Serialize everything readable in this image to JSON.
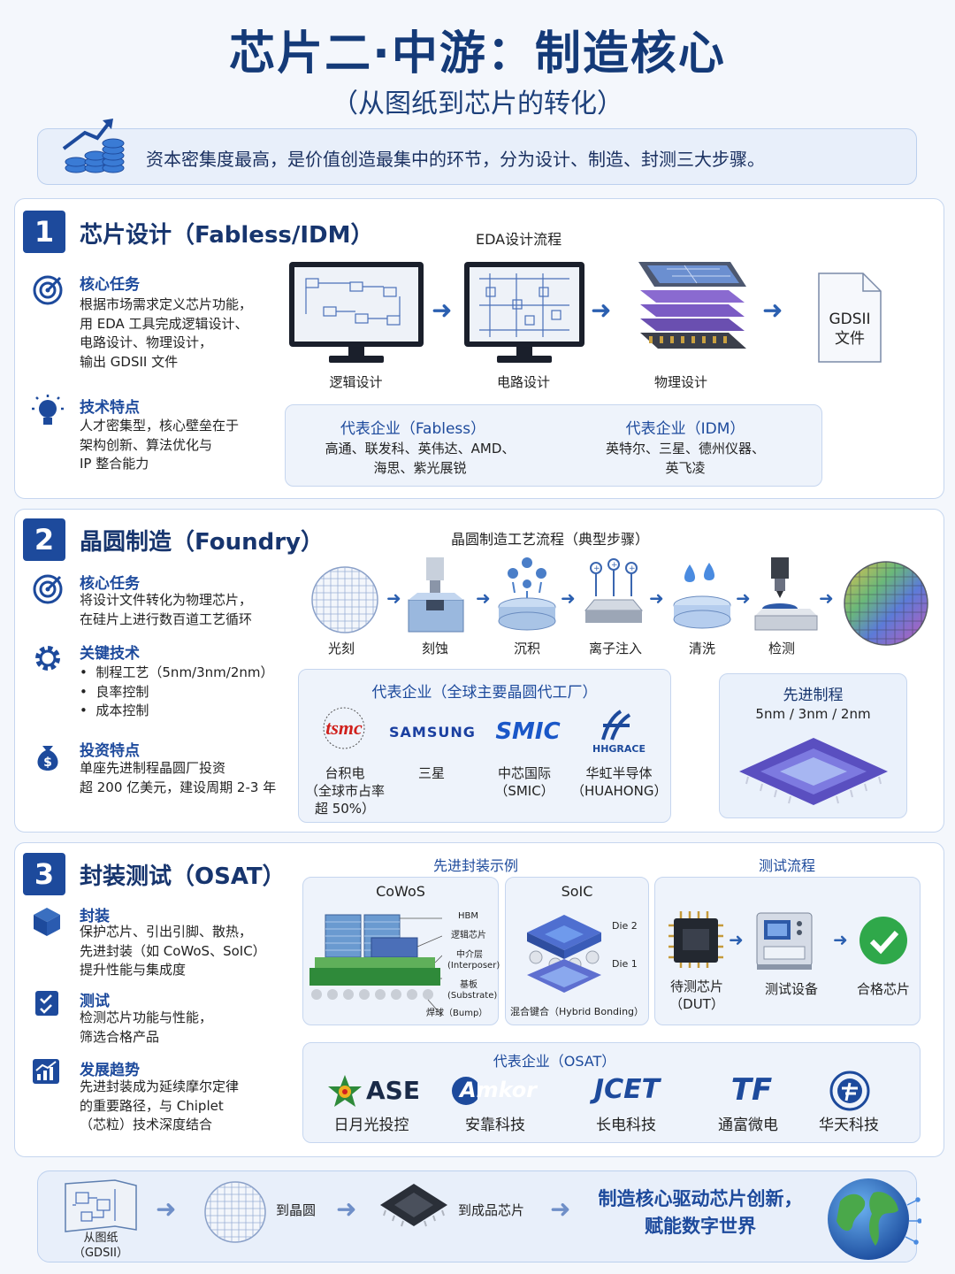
{
  "header": {
    "title": "芯片二·中游：制造核心",
    "subtitle": "（从图纸到芯片的转化）",
    "banner": "资本密集度最高，是价值创造最集中的环节，分为设计、制造、封测三大步骤。"
  },
  "s1": {
    "num": "1",
    "title": "芯片设计（Fabless/IDM）",
    "task_h": "核心任务",
    "task": [
      "根据市场需求定义芯片功能，",
      "用 EDA 工具完成逻辑设计、",
      "电路设计、物理设计，",
      "输出 GDSII 文件"
    ],
    "tech_h": "技术特点",
    "tech": [
      "人才密集型，核心壁垒在于",
      "架构创新、算法优化与",
      "IP 整合能力"
    ],
    "flow_title": "EDA设计流程",
    "steps": [
      "逻辑设计",
      "电路设计",
      "物理设计"
    ],
    "file": [
      "GDSII",
      "文件"
    ],
    "fabless_h": "代表企业（Fabless）",
    "fabless": [
      "高通、联发科、英伟达、AMD、",
      "海思、紫光展锐"
    ],
    "idm_h": "代表企业（IDM）",
    "idm": [
      "英特尔、三星、德州仪器、",
      "英飞凌"
    ]
  },
  "s2": {
    "num": "2",
    "title": "晶圆制造（Foundry）",
    "task_h": "核心任务",
    "task": [
      "将设计文件转化为物理芯片，",
      "在硅片上进行数百道工艺循环"
    ],
    "key_h": "关键技术",
    "key": [
      "制程工艺（5nm/3nm/2nm）",
      "良率控制",
      "成本控制"
    ],
    "inv_h": "投资特点",
    "inv": [
      "单座先进制程晶圆厂投资",
      "超 200 亿美元，建设周期 2-3 年"
    ],
    "flow_title": "晶圆制造工艺流程（典型步骤）",
    "steps": [
      "光刻",
      "刻蚀",
      "沉积",
      "离子注入",
      "清洗",
      "检测"
    ],
    "comp_h": "代表企业（全球主要晶圆代工厂）",
    "companies": [
      {
        "logo": "tsmc",
        "name": [
          "台积电",
          "（全球市占率",
          "超 50%）"
        ]
      },
      {
        "logo": "SAMSUNG",
        "name": [
          "三星"
        ]
      },
      {
        "logo": "SMIC",
        "name": [
          "中芯国际",
          "（SMIC）"
        ]
      },
      {
        "logo": "HHGRACE",
        "name": [
          "华虹半导体",
          "（HUAHONG）"
        ]
      }
    ],
    "adv_h": "先进制程",
    "adv": "5nm / 3nm / 2nm"
  },
  "s3": {
    "num": "3",
    "title": "封装测试（OSAT）",
    "pkg_h": "封装",
    "pkg": [
      "保护芯片、引出引脚、散热，",
      "先进封装（如 CoWoS、SoIC）",
      "提升性能与集成度"
    ],
    "test_h": "测试",
    "test": [
      "检测芯片功能与性能，",
      "筛选合格产品"
    ],
    "trend_h": "发展趋势",
    "trend": [
      "先进封装成为延续摩尔定律",
      "的重要路径，与 Chiplet",
      "（芯粒）技术深度结合"
    ],
    "adv_title": "先进封装示例",
    "cowos": "CoWoS",
    "cowos_labels": [
      "HBM",
      "逻辑芯片",
      "中介层",
      "(Interposer)",
      "基板",
      "(Substrate)",
      "焊球（Bump）"
    ],
    "soic": "SoIC",
    "soic_labels": [
      "Die 2",
      "Die 1"
    ],
    "soic_note": "混合键合（Hybrid Bonding）",
    "test_title": "测试流程",
    "test_steps": [
      [
        "待测芯片",
        "（DUT）"
      ],
      [
        "测试设备"
      ],
      [
        "合格芯片"
      ]
    ],
    "osat_h": "代表企业（OSAT）",
    "osat": [
      {
        "logo": "ASE",
        "name": "日月光投控"
      },
      {
        "logo": "Amkor",
        "name": "安靠科技"
      },
      {
        "logo": "JCET",
        "name": "长电科技"
      },
      {
        "logo": "TF",
        "name": "通富微电"
      },
      {
        "logo": "",
        "name": "华天科技"
      }
    ]
  },
  "footer": {
    "s1": [
      "从图纸",
      "（GDSII）"
    ],
    "s2": "到晶圆",
    "s3": "到成品芯片",
    "slogan": [
      "制造核心驱动芯片创新，",
      "赋能数字世界"
    ]
  }
}
